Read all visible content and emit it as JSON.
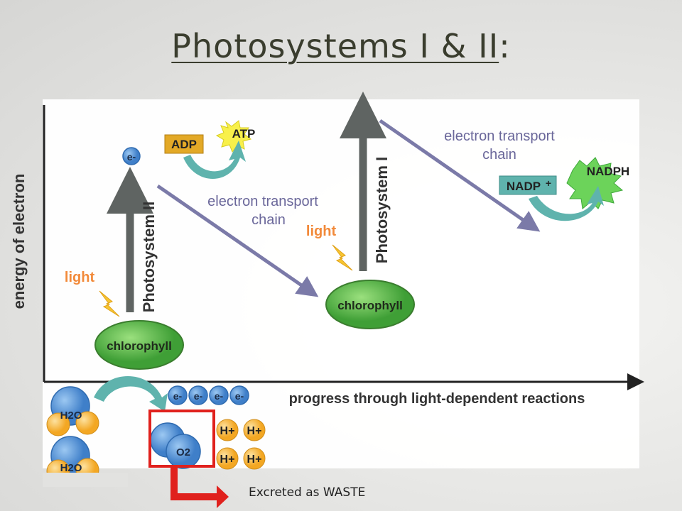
{
  "title": "Photosystems I & II",
  "title_colon": ":",
  "y_axis_label": "energy of electron",
  "x_axis_label": "progress through light-dependent reactions",
  "photosystem_2": "Photosystem II",
  "photosystem_1": "Photosystem I",
  "chlorophyll_1": "chlorophyll",
  "chlorophyll_2": "chlorophyll",
  "light_1": "light",
  "light_2": "light",
  "etc_1_line1": "electron transport",
  "etc_1_line2": "chain",
  "etc_2_line1": "electron transport",
  "etc_2_line2": "chain",
  "adp": "ADP",
  "atp": "ATP",
  "nadp": "NADP",
  "nadp_sup": "+",
  "nadph": "NADPH",
  "electron": "e-",
  "electrons": [
    "e-",
    "e-",
    "e-",
    "e-"
  ],
  "water_1": "H2O",
  "water_2": "H2O",
  "oxygen": "O2",
  "hydrogens": [
    "H+",
    "H+",
    "H+",
    "H+"
  ],
  "footer": "Excreted as WASTE",
  "colors": {
    "arrow_gray": "#5f6462",
    "arrow_purple": "#7b7aa8",
    "teal": "#5fb3ad",
    "green": "#5cba47",
    "light_orange": "#f28a3a",
    "highlight_red": "#e0211d",
    "blue": "#4a8fd6",
    "yellow": "#f7b733"
  }
}
